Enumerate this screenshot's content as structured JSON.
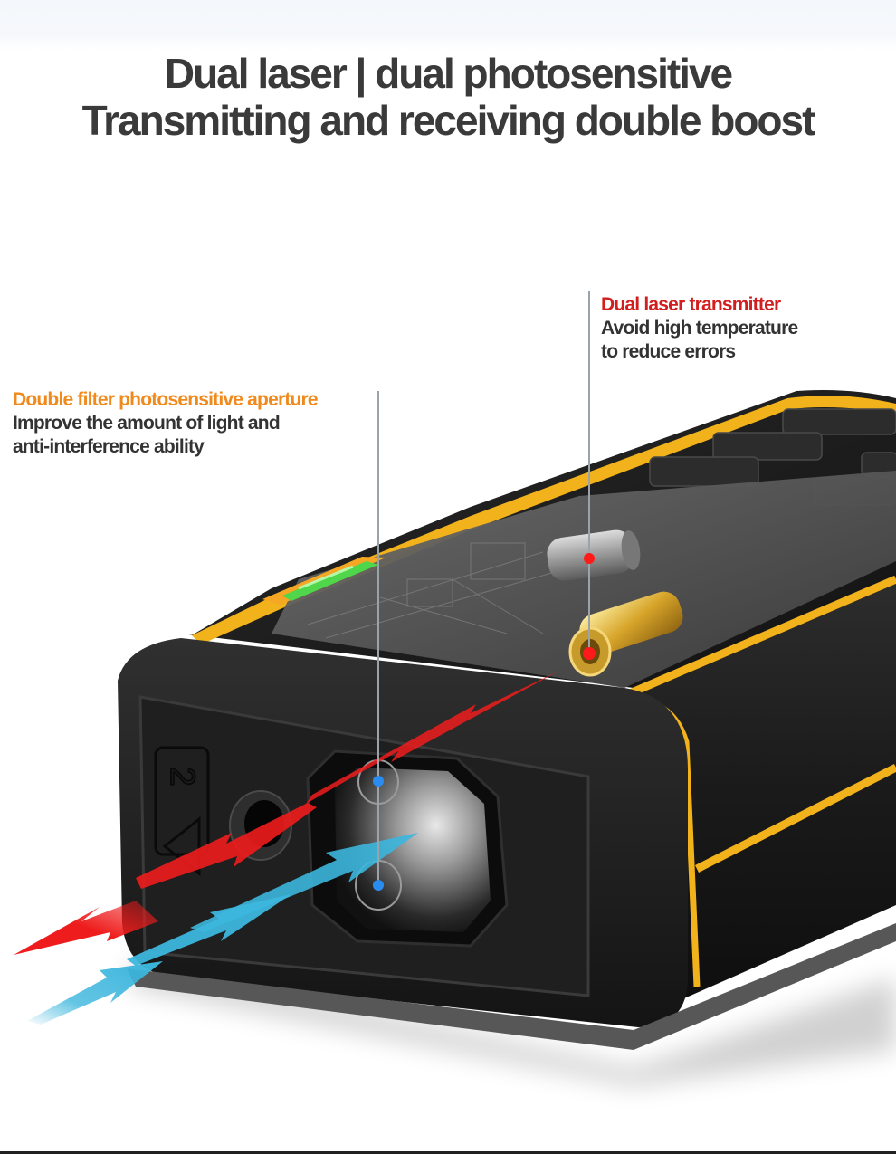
{
  "headline": {
    "line1": "Dual laser | dual photosensitive",
    "line2": "Transmitting and receiving double boost"
  },
  "callouts": {
    "laser_transmitter": {
      "title": "Dual laser transmitter",
      "desc_line1": "Avoid high temperature",
      "desc_line2": "to reduce errors",
      "title_color": "#d21e1e"
    },
    "photosensitive_aperture": {
      "title": "Double filter photosensitive aperture",
      "desc_line1": "Improve the amount of light and",
      "desc_line2": "anti-interference ability",
      "title_color": "#f08a1c"
    }
  },
  "device": {
    "type": "laser-distance-meter",
    "body_color": "#1b1b1b",
    "trim_color": "#f2b21b",
    "level_bubble_color": "#4fd64a",
    "laser_class_label": "2",
    "markers": {
      "transmitter_color": "#ff1a1a",
      "receiver_color": "#2b8cf0"
    },
    "beams": {
      "emitted_color": "#ee1c1c",
      "received_color": "#3cb6dd"
    }
  }
}
